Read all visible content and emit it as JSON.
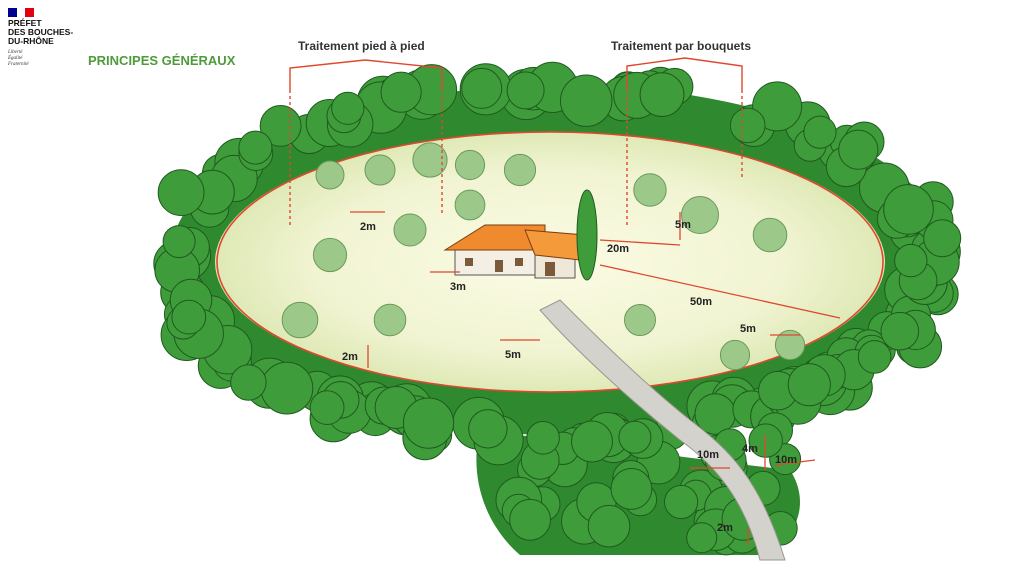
{
  "logo": {
    "prefecture": "PRÉFET\nDES BOUCHES-\nDU-RHÔNE",
    "motto": "Liberté\nÉgalité\nFraternité",
    "flag_colors": [
      "#000091",
      "#ffffff",
      "#e1000f"
    ]
  },
  "title": "PRINCIPES GÉNÉRAUX",
  "treatments": {
    "left": "Traitement pied à pied",
    "right": "Traitement par bouquets"
  },
  "measures": {
    "canopy_gap_left": "2m",
    "house_gap": "3m",
    "bouquet_gap": "5m",
    "house_perimeter": "20m",
    "radius": "50m",
    "right_shrub_gap": "5m",
    "prune_height": "2m",
    "center_shrub_gap": "5m",
    "road_left": "10m",
    "road_height": "4m",
    "road_right": "10m",
    "road_bottom": "2m"
  },
  "colors": {
    "accent": "#e0472f",
    "title_green": "#4f9a3a",
    "tree": "#3f9c3a"
  },
  "icons": [
    "house-icon",
    "tree-icon",
    "cypress-icon"
  ]
}
